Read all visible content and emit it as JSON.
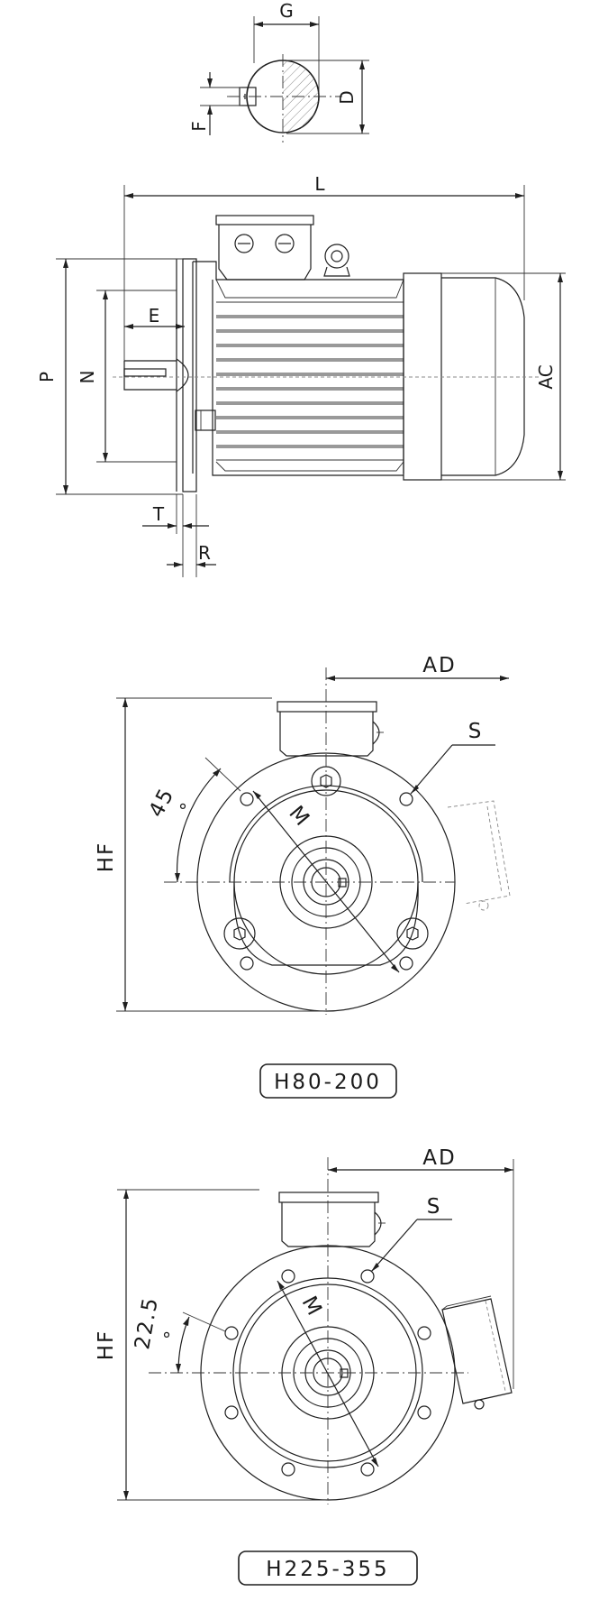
{
  "labels": {
    "G": "G",
    "D": "D",
    "F": "F",
    "L": "L",
    "E": "E",
    "P": "P",
    "N": "N",
    "AC": "AC",
    "T": "T",
    "R": "R",
    "AD_top": "AD",
    "S_top": "S",
    "M_top": "M",
    "angle_top": "45",
    "HF_top": "HF",
    "AD_bottom": "AD",
    "S_bottom": "S",
    "M_bottom": "M",
    "angle_bottom": "22.5",
    "HF_bottom": "HF",
    "degree_mark": "°"
  },
  "tags": {
    "top": "H80-200",
    "bottom": "H225-355"
  }
}
